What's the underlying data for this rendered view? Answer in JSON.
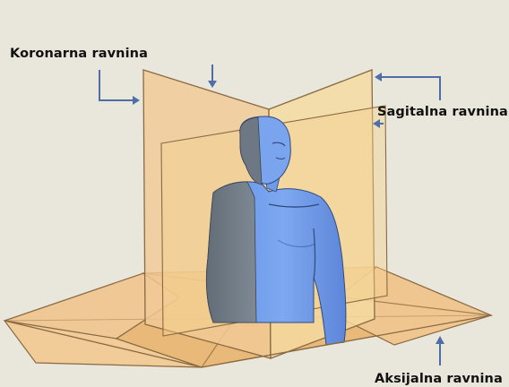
{
  "labels": {
    "coronal": "Koronarna ravnina",
    "sagittal": "Sagitalna ravnina",
    "axial": "Aksijalna ravnina"
  },
  "colors": {
    "background": "#e9e7dc",
    "axial_plane": "#eec38c",
    "coronal_plane": "#f2c996",
    "sagittal_plane": "#f4d99a",
    "body_light": "#6f9bea",
    "body_dark": "#717c86",
    "arrow": "#4f6ea8",
    "plane_edge": "#8a6a42"
  },
  "icons": [
    "arrow-icon"
  ]
}
